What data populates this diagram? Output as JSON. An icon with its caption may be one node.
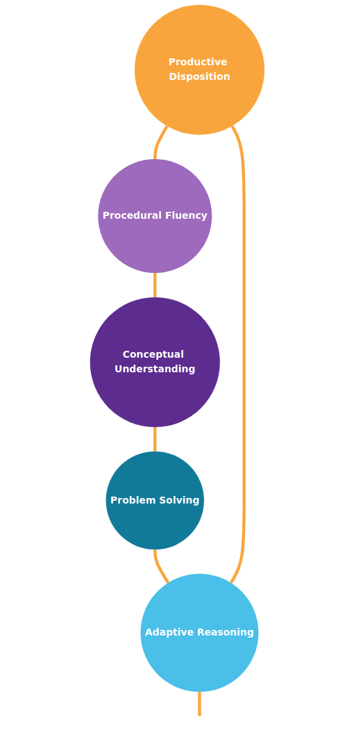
{
  "diagram": {
    "nodes": [
      {
        "text": [
          "Procedural Fluency"
        ]
      },
      {
        "text": [
          "Conceptual Understanding"
        ]
      },
      {
        "text": [
          "Productive Disposition"
        ]
      },
      {
        "text": [
          "Problem Solving"
        ]
      },
      {
        "text": [
          "Adaptive Reasoning"
        ]
      }
    ],
    "edges": [
      {
        "from": 0,
        "to": 1,
        "arrow": "none"
      },
      {
        "from": 1,
        "to": 3,
        "arrow": "none"
      },
      {
        "from": 3,
        "to": 4,
        "arrow": "none"
      },
      {
        "from": 2,
        "to": 0,
        "arrow": "none"
      },
      {
        "from": 2,
        "to": 4,
        "arrow": "none"
      },
      {
        "from": 4,
        "to": null,
        "arrow": "none"
      }
    ]
  }
}
